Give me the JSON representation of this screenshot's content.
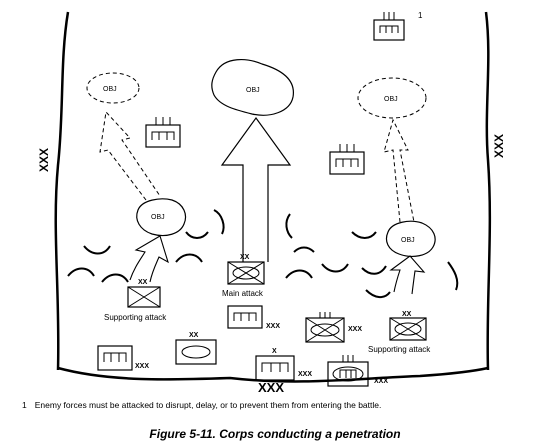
{
  "objectives": {
    "center": "OBJ",
    "left_top": "OBJ",
    "left_low": "OBJ",
    "right_top": "OBJ",
    "right_low": "OBJ"
  },
  "boundaries": {
    "left": "XXX",
    "right": "XXX",
    "bottom": "XXX"
  },
  "units": {
    "main_attack": {
      "echelon": "XX",
      "label": "Main attack"
    },
    "left_supporting": {
      "echelon": "XX",
      "label": "Supporting attack"
    },
    "right_supporting": {
      "echelon": "XX",
      "label": "Supporting attack"
    },
    "left_artillery": {
      "echelon": "XXX"
    },
    "center_armor": {
      "echelon": "XX"
    },
    "bottom_left_artillery": {
      "echelon": "XXX"
    },
    "brigade_artillery": {
      "echelon": "X",
      "suffix": "XXX"
    },
    "right_armor": {
      "echelon": "XXX"
    },
    "bottom_right_artillery": {
      "echelon": "XXX"
    },
    "top_right_note_mark": "1"
  },
  "footnote": {
    "number": "1",
    "text": "Enemy forces must be attacked to disrupt, delay, or to prevent them from entering the battle."
  },
  "caption": "Figure 5-11.  Corps conducting a penetration"
}
